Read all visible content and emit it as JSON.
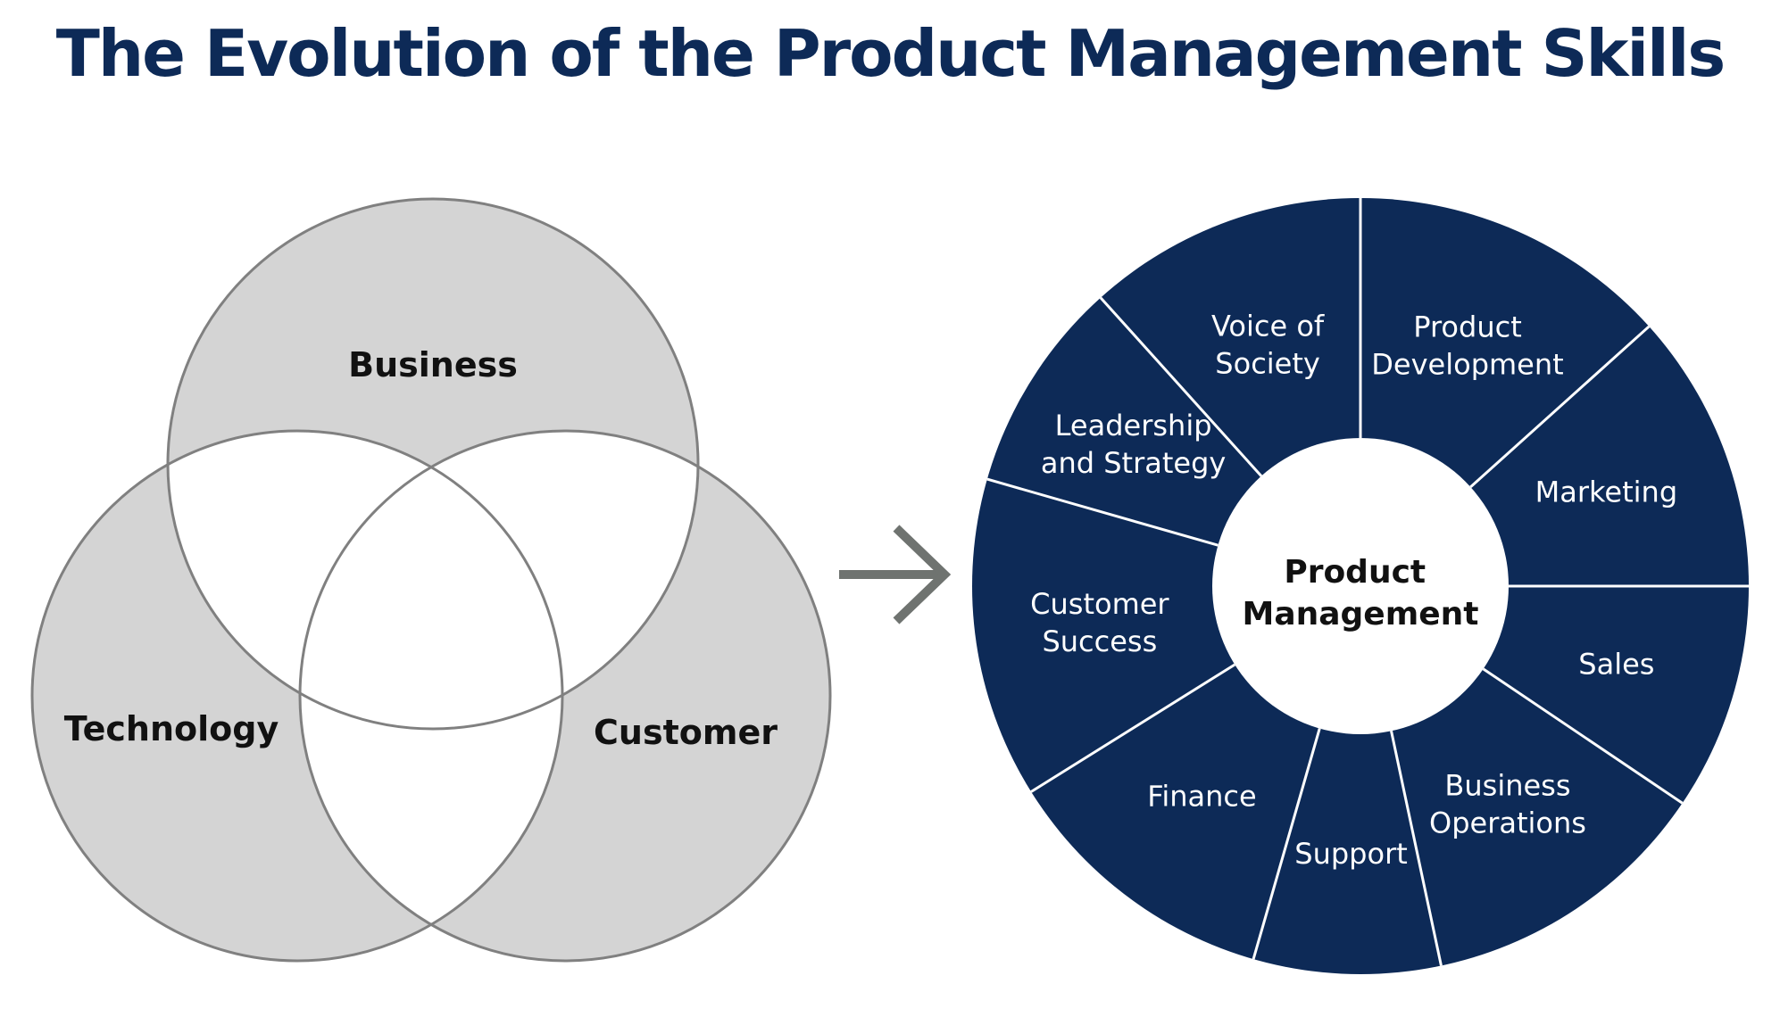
{
  "title": "The Evolution of the Product Management Skills",
  "colors": {
    "title": "#0d2a57",
    "wheel_fill": "#0d2a57",
    "venn_fill": "#d4d4d4",
    "venn_stroke": "#808080",
    "arrow": "#6f7370"
  },
  "venn": {
    "business": "Business",
    "technology": "Technology",
    "customer": "Customer"
  },
  "wheel": {
    "center": [
      "Product",
      "Management"
    ],
    "segments": [
      {
        "lines": [
          "Product",
          "Development"
        ]
      },
      {
        "lines": [
          "Marketing"
        ]
      },
      {
        "lines": [
          "Sales"
        ]
      },
      {
        "lines": [
          "Business",
          "Operations"
        ]
      },
      {
        "lines": [
          "Support"
        ]
      },
      {
        "lines": [
          "Finance"
        ]
      },
      {
        "lines": [
          "Customer",
          "Success"
        ]
      },
      {
        "lines": [
          "Leadership",
          "and Strategy"
        ]
      },
      {
        "lines": [
          "Voice of",
          "Society"
        ]
      }
    ]
  }
}
